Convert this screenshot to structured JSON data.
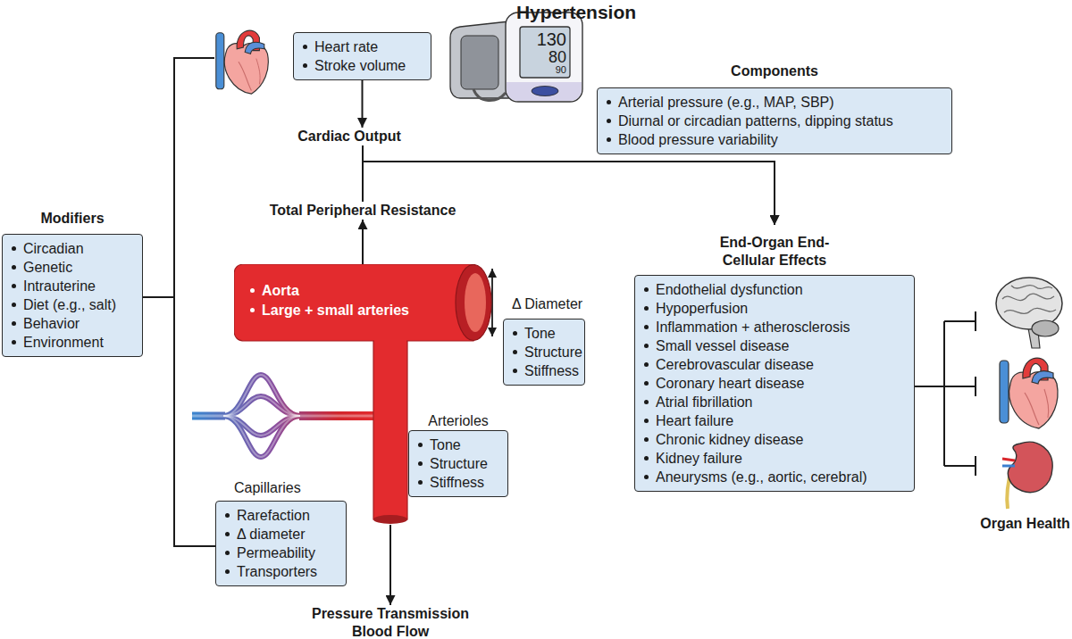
{
  "diagram": {
    "title": "Hypertension",
    "nodes": [
      {
        "text": [
          "Heart rate",
          "Stroke volume"
        ]
      },
      {
        "text": [
          "Cardiac Output"
        ]
      },
      {
        "text": [
          "Components",
          "Arterial pressure (e.g., MAP, SBP)",
          "Diurnal or circadian patterns, dipping status",
          "Blood pressure variability"
        ]
      },
      {
        "text": [
          "Total Peripheral Resistance"
        ]
      },
      {
        "text": [
          "Modifiers",
          "Circadian",
          "Genetic",
          "Intrauterine",
          "Diet (e.g., salt)",
          "Behavior",
          "Environment"
        ]
      },
      {
        "text": [
          "End-Organ End-Cellular Effects",
          "Endothelial dysfunction",
          "Hypoperfusion",
          "Inflammation + atherosclerosis",
          "Small vessel disease",
          "Cerebrovascular disease",
          "Coronary heart disease",
          "Atrial fibrillation",
          "Heart failure",
          "Chronic kidney disease",
          "Kidney failure",
          "Aneurysms (e.g., aortic, cerebral)"
        ]
      },
      {
        "text": [
          "Aorta",
          "Large + small arteries"
        ]
      },
      {
        "text": [
          "Δ Diameter",
          "Tone",
          "Structure",
          "Stiffness"
        ]
      },
      {
        "text": [
          "Arterioles",
          "Tone",
          "Structure",
          "Stiffness"
        ]
      },
      {
        "text": [
          "Capillaries",
          "Rarefaction",
          "Δ diameter",
          "Permeability",
          "Transporters"
        ]
      },
      {
        "text": [
          "Pressure Transmission Blood Flow"
        ]
      }
    ],
    "edges": [
      {
        "from": 0,
        "to": 1,
        "arrow": "to"
      },
      {
        "from": 1,
        "to": 5,
        "arrow": "to"
      },
      {
        "from": 3,
        "to": 5,
        "arrow": "to"
      },
      {
        "from": 6,
        "to": 3,
        "arrow": "to"
      },
      {
        "from": 6,
        "to": 10,
        "arrow": "to"
      },
      {
        "from": 4,
        "to": 9,
        "arrow": "none"
      }
    ],
    "labels": [
      "130",
      "80",
      "90",
      "Organ Health"
    ]
  }
}
